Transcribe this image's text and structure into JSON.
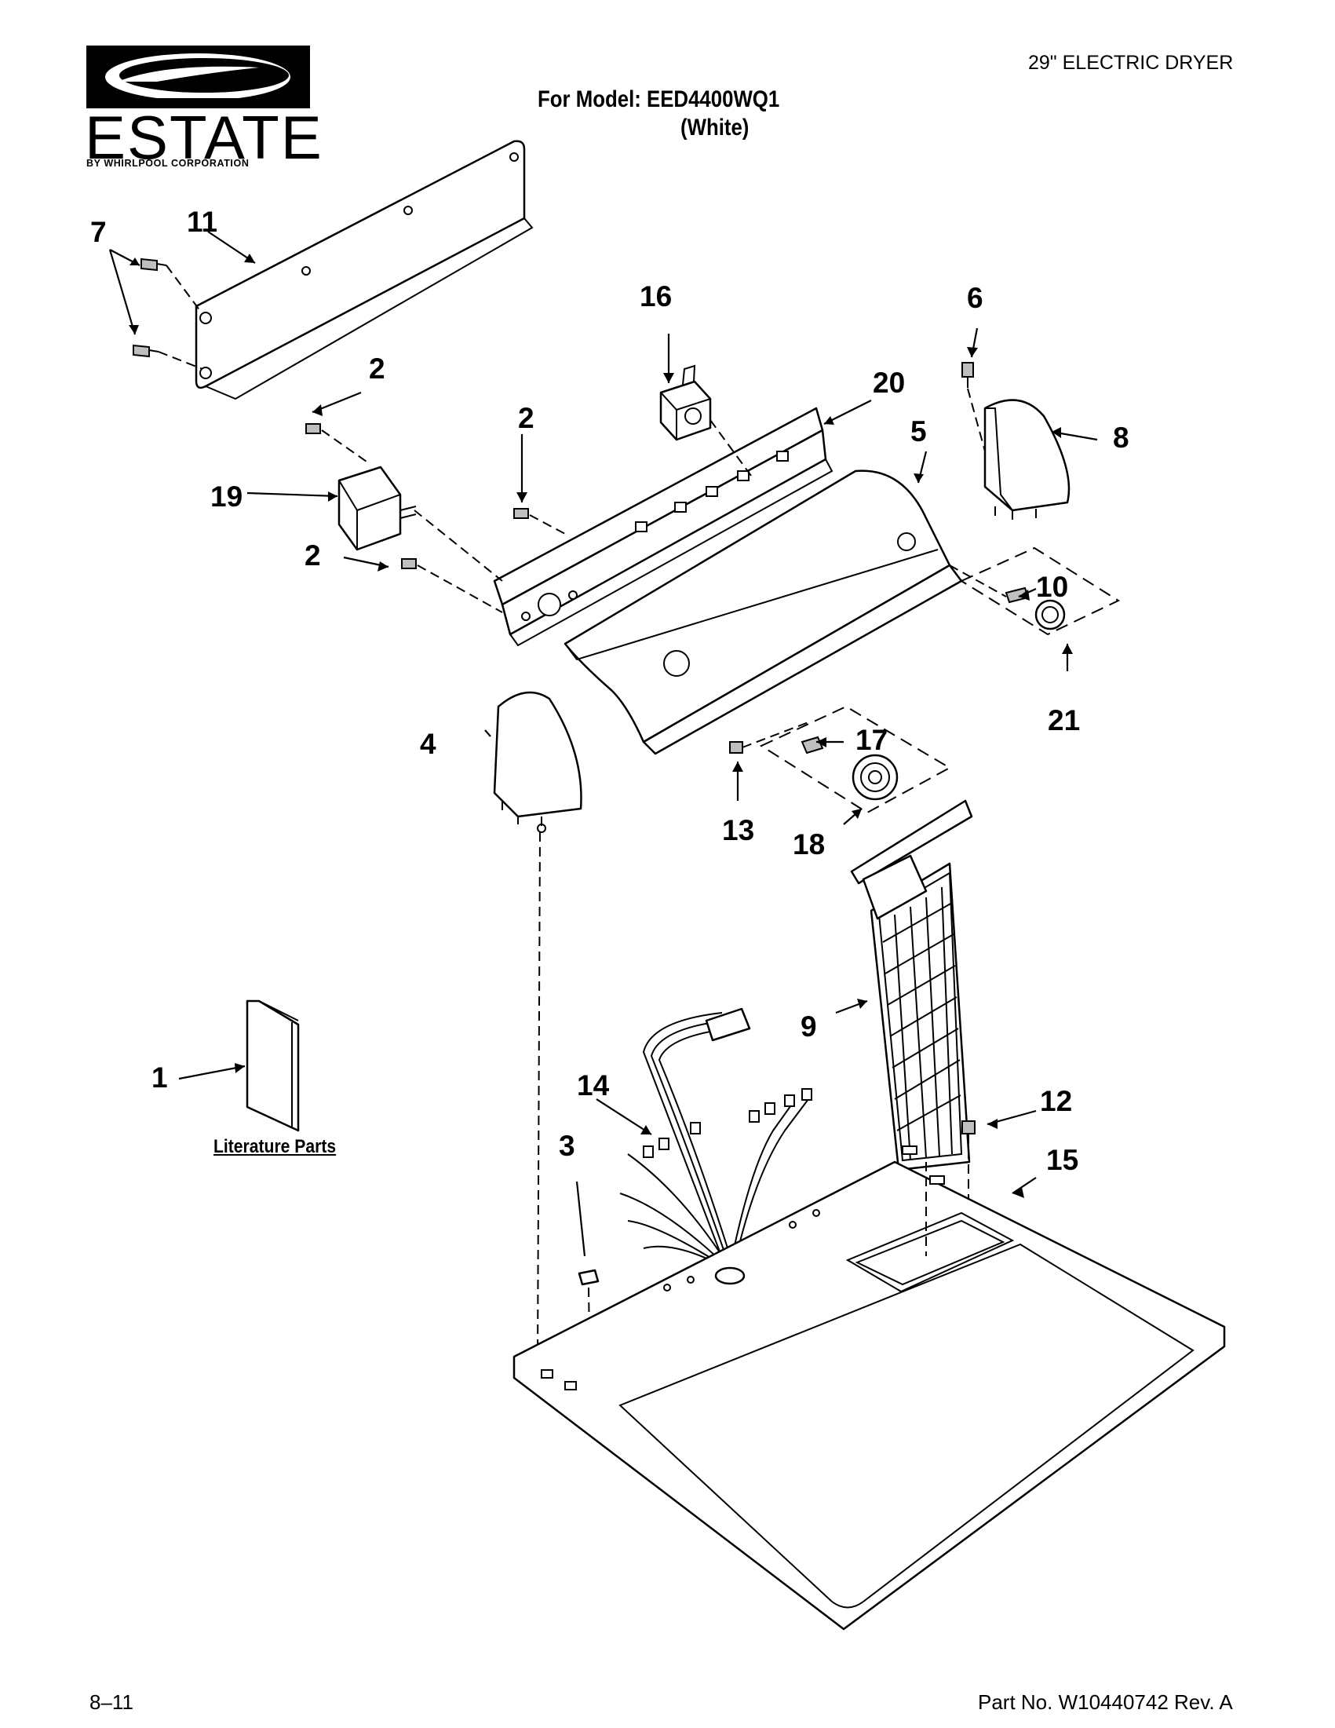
{
  "header": {
    "product_type": "29\" ELECTRIC DRYER",
    "model_line": "For Model: EED4400WQ1",
    "model_color": "(White)"
  },
  "logo": {
    "brand": "ESTATE",
    "tagline": "BY WHIRLPOOL CORPORATION"
  },
  "labels": {
    "literature": "Literature Parts"
  },
  "callouts": [
    "1",
    "2",
    "2",
    "2",
    "3",
    "4",
    "5",
    "6",
    "7",
    "8",
    "9",
    "10",
    "11",
    "12",
    "13",
    "14",
    "15",
    "16",
    "17",
    "18",
    "19",
    "20",
    "21"
  ],
  "footer": {
    "date_code": "8–11",
    "part_number": "Part No. W10440742 Rev. A"
  }
}
